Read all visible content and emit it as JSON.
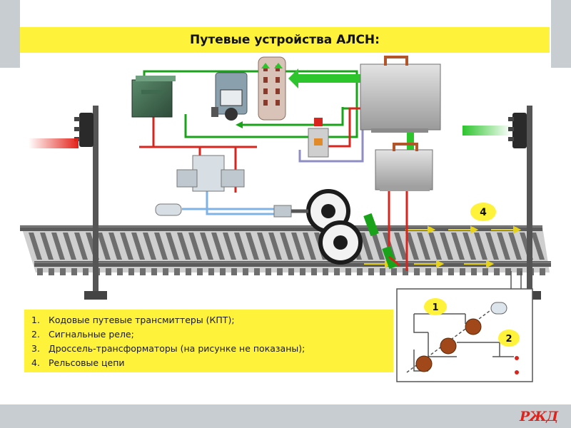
{
  "slide": {
    "title": "Путевые устройства АЛСН:"
  },
  "legend": {
    "items": [
      {
        "num": "1.",
        "text": "Кодовые путевые трансмиттеры (КПТ);"
      },
      {
        "num": "2.",
        "text": "Сигнальные реле;"
      },
      {
        "num": "3.",
        "text": "Дроссель-трансформаторы (на рисунке не показаны);"
      },
      {
        "num": "4.",
        "text": "Рельсовые цепи"
      }
    ]
  },
  "callouts": {
    "rail_circuit": "4",
    "transmitter": "1",
    "relay": "2"
  },
  "logo": {
    "text": "РЖД"
  },
  "colors": {
    "yellow": "#fff23a",
    "green_wire": "#1aa31a",
    "red_wire": "#d8261e",
    "blue_wire": "#7fb3e6",
    "purple_wire": "#8e8ec2",
    "rail_dark": "#4a4a4a",
    "brand_red": "#e32119"
  }
}
